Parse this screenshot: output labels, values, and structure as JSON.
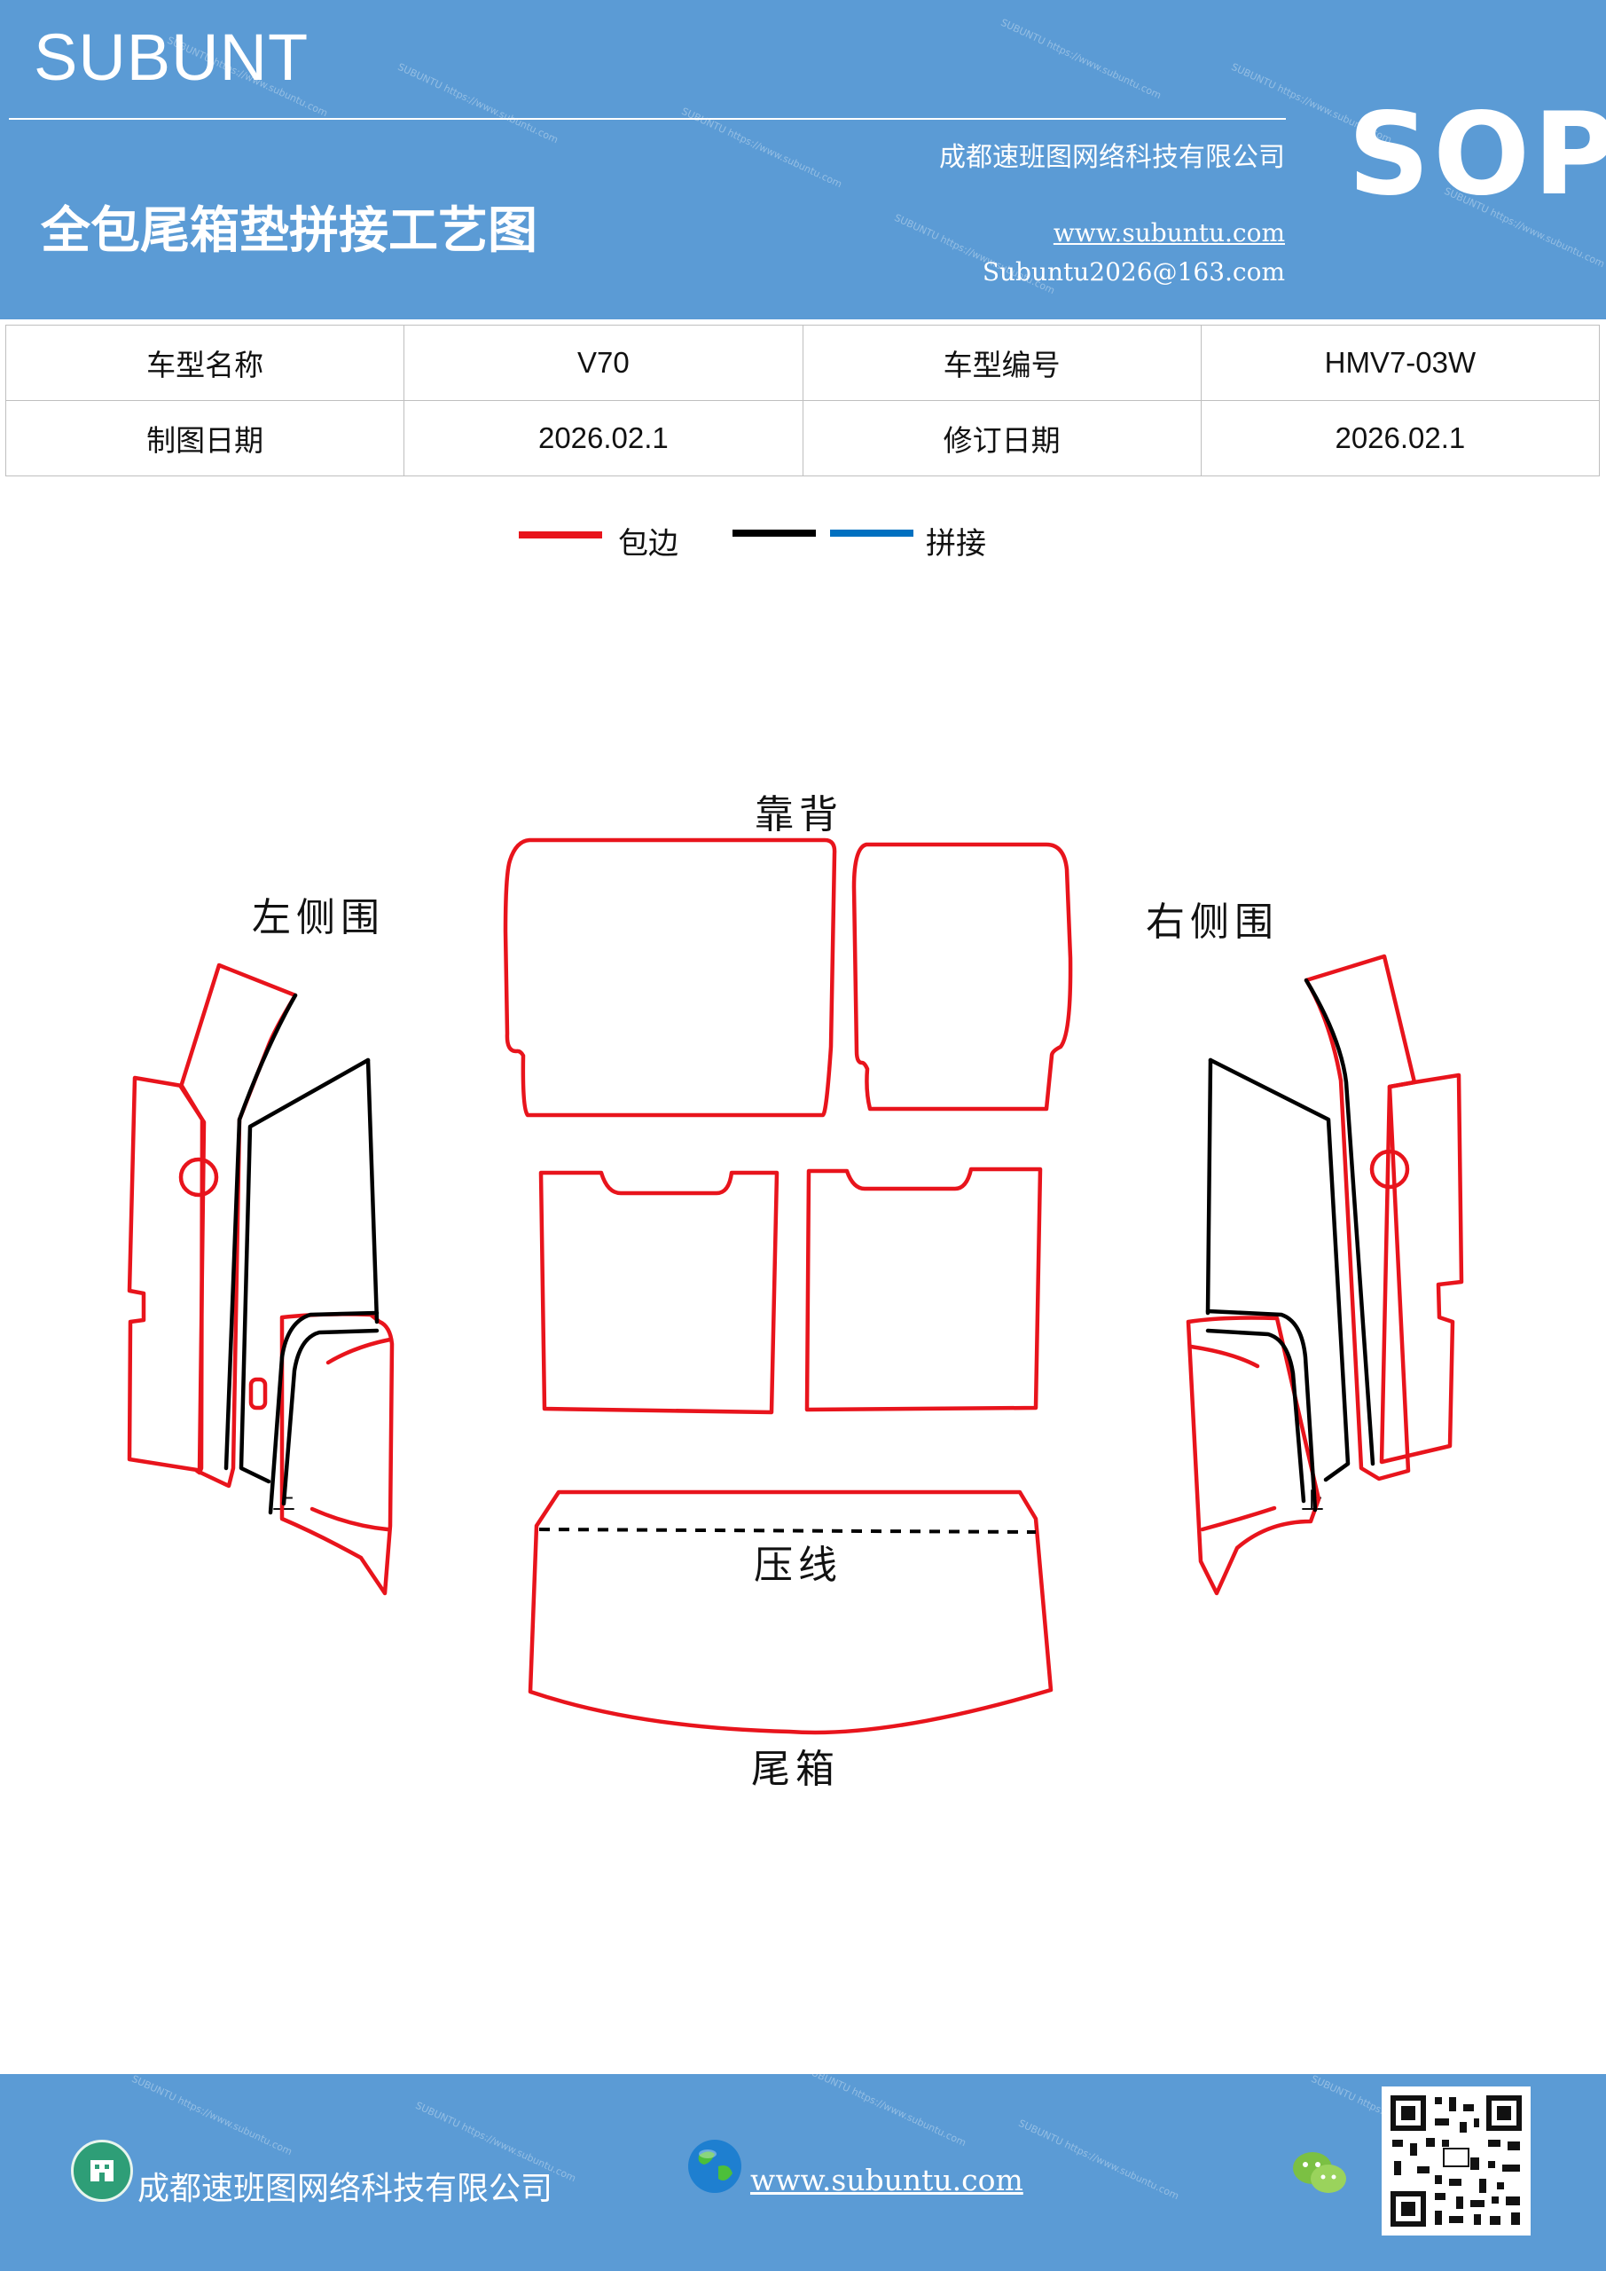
{
  "header": {
    "brand": "SUBUNT",
    "title": "全包尾箱垫拼接工艺图",
    "company": "成都速班图网络科技有限公司",
    "website": "www.subuntu.com",
    "email": "Subuntu2026@163.com",
    "badge": "SOP",
    "background_color": "#5b9bd5"
  },
  "info_table": {
    "rows": [
      {
        "label1": "车型名称",
        "value1": "V70",
        "label2": "车型编号",
        "value2": "HMV7-03W"
      },
      {
        "label1": "制图日期",
        "value1": "2026.02.1",
        "label2": "修订日期",
        "value2": "2026.02.1"
      }
    ]
  },
  "legend": {
    "items": [
      {
        "label": "包边",
        "color": "#e8141c"
      },
      {
        "label": "",
        "color": "#000000"
      },
      {
        "label": "拼接",
        "color": "#0070c0"
      }
    ]
  },
  "diagram": {
    "labels": {
      "backrest": "靠背",
      "left_side": "左侧围",
      "right_side": "右侧围",
      "press_line": "压线",
      "trunk": "尾箱",
      "up_left": "上",
      "up_right": "上"
    },
    "colors": {
      "edge": "#e8141c",
      "seam": "#000000"
    }
  },
  "footer": {
    "company": "成都速班图网络科技有限公司",
    "website": "www.subuntu.com",
    "icons": [
      "building-icon",
      "globe-icon",
      "wechat-icon",
      "qr-code"
    ]
  }
}
